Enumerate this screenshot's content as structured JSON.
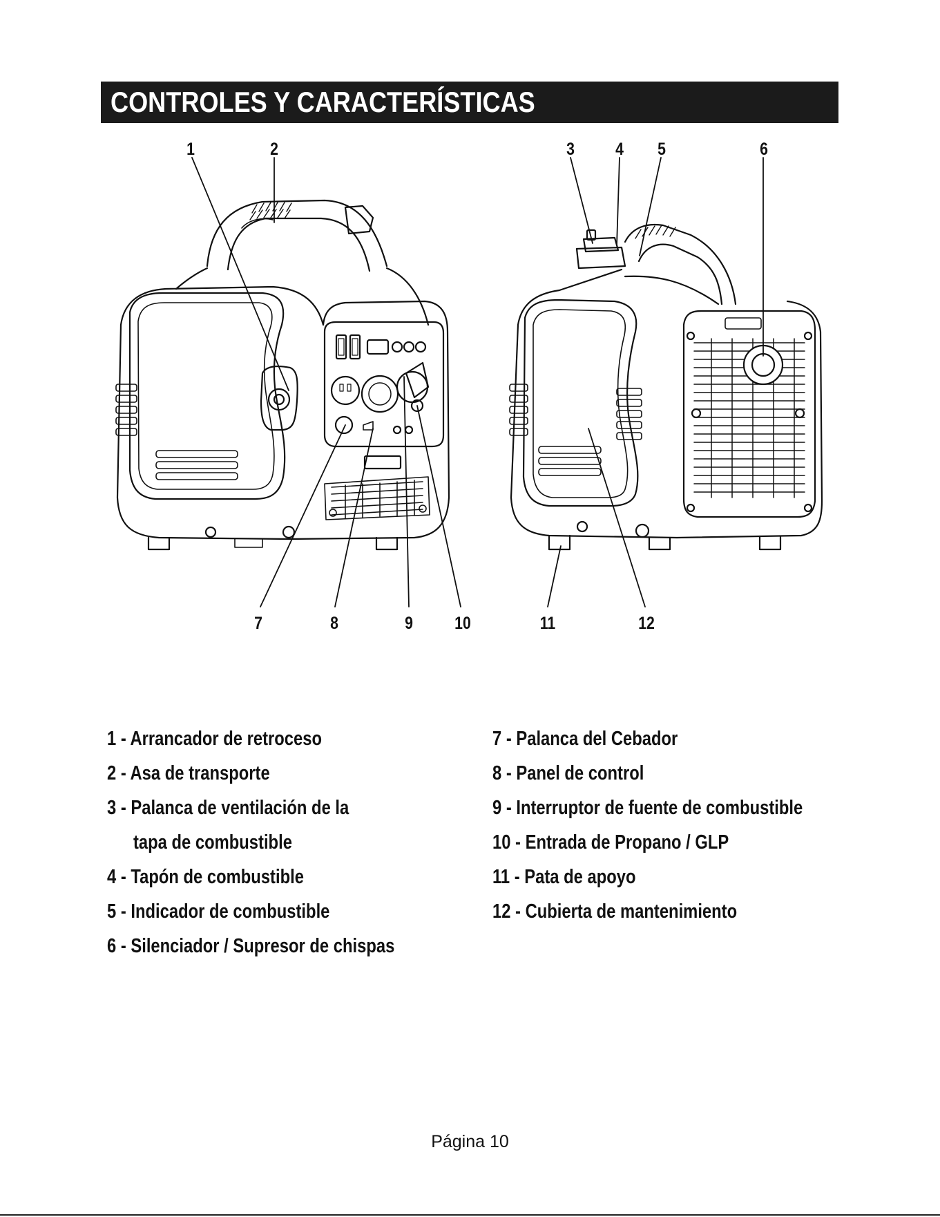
{
  "header": {
    "title": "CONTROLES Y CARACTERÍSTICAS"
  },
  "callouts": [
    "1",
    "2",
    "3",
    "4",
    "5",
    "6",
    "7",
    "8",
    "9",
    "10",
    "11",
    "12"
  ],
  "legend": {
    "left": [
      "1 - Arrancador de retroceso",
      "2 - Asa de transporte",
      "3 - Palanca de ventilación de la",
      "tapa de combustible",
      "4 - Tapón de combustible",
      "5 - Indicador de combustible",
      "6 - Silenciador / Supresor de chispas"
    ],
    "right": [
      "7 - Palanca del Cebador",
      "8 - Panel de control",
      "9 - Interruptor de fuente de combustible",
      "10 - Entrada de Propano / GLP",
      "11 - Pata de apoyo",
      "12 - Cubierta de mantenimiento"
    ]
  },
  "footer": {
    "page": "Página 10"
  }
}
